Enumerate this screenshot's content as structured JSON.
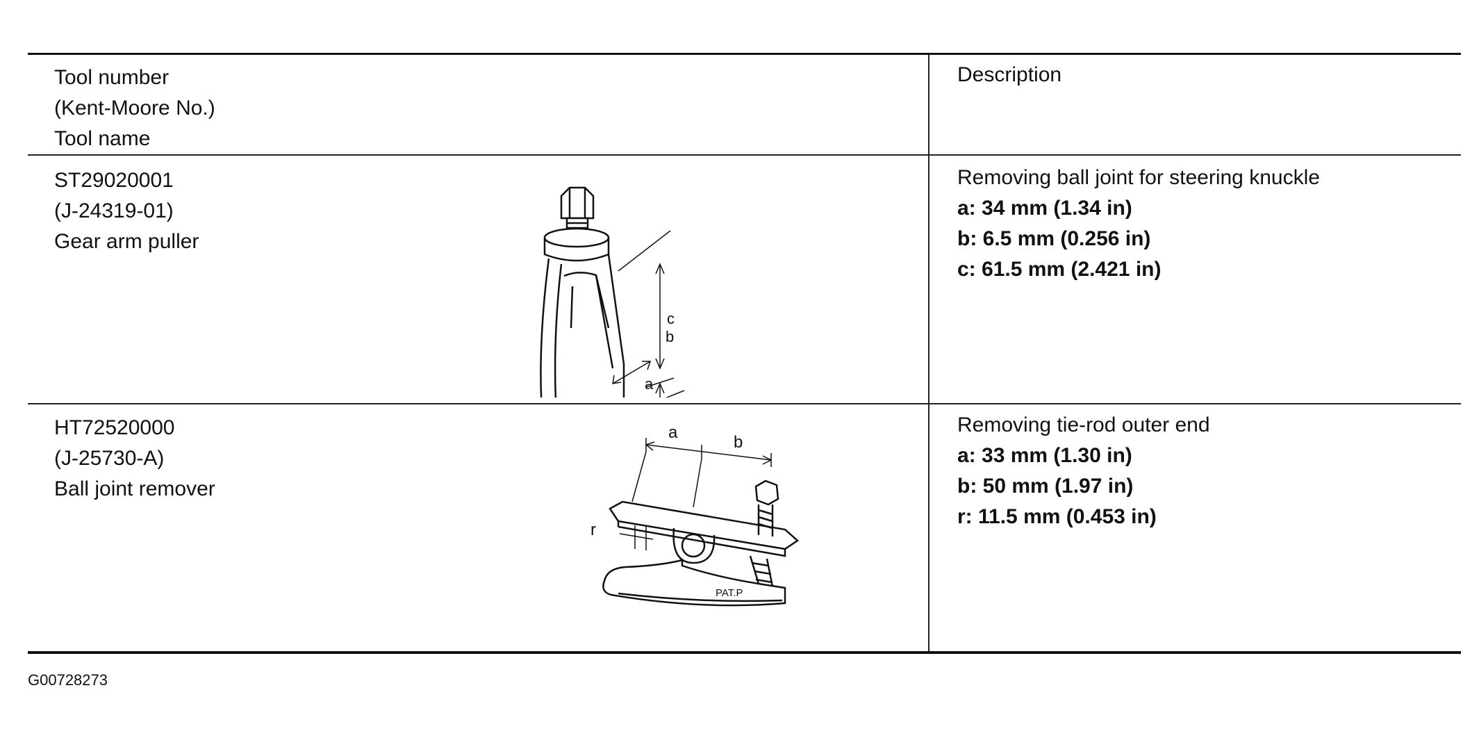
{
  "table": {
    "header": {
      "tool_lines": [
        "Tool number",
        "(Kent-Moore No.)",
        "Tool name"
      ],
      "description": "Description"
    },
    "rows": [
      {
        "tool_number": "ST29020001",
        "kent_moore": "(J-24319-01)",
        "tool_name": "Gear arm puller",
        "description": "Removing ball joint for steering knuckle",
        "specs": [
          "a: 34 mm (1.34 in)",
          "b: 6.5 mm (0.256 in)",
          "c: 61.5 mm (2.421 in)"
        ],
        "illustration_labels": [
          "a",
          "b",
          "c"
        ]
      },
      {
        "tool_number": "HT72520000",
        "kent_moore": "(J-25730-A)",
        "tool_name": "Ball joint remover",
        "description": "Removing tie-rod outer end",
        "specs": [
          "a: 33 mm (1.30 in)",
          "b: 50 mm (1.97 in)",
          "r: 11.5 mm (0.453 in)"
        ],
        "illustration_labels": [
          "a",
          "b",
          "r"
        ],
        "stamp": "PAT.P"
      }
    ]
  },
  "figure_id": "G00728273"
}
